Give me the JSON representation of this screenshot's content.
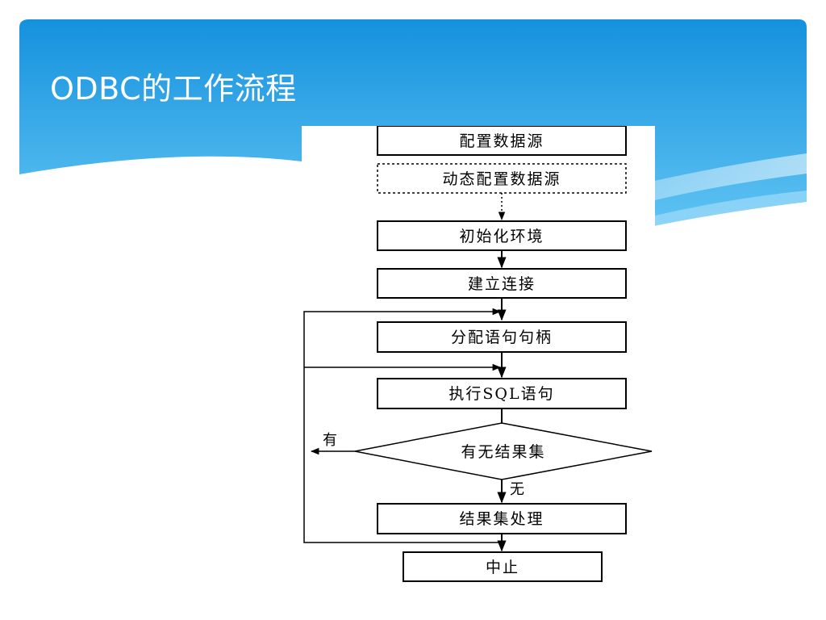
{
  "slide": {
    "title": "ODBC的工作流程",
    "colors": {
      "header_top": "#1591dd",
      "header_bottom": "#5fc3f3",
      "accent_light": "#9fdcf9"
    }
  },
  "diagram": {
    "nodes": {
      "configure": "配置数据源",
      "dynamic_configure": "动态配置数据源",
      "init_env": "初始化环境",
      "connect": "建立连接",
      "alloc_stmt": "分配语句句柄",
      "exec_sql": "执行SQL语句",
      "decision": "有无结果集",
      "process": "结果集处理",
      "stop": "中止"
    },
    "edge_labels": {
      "has_result": "有",
      "no_result": "无"
    }
  }
}
